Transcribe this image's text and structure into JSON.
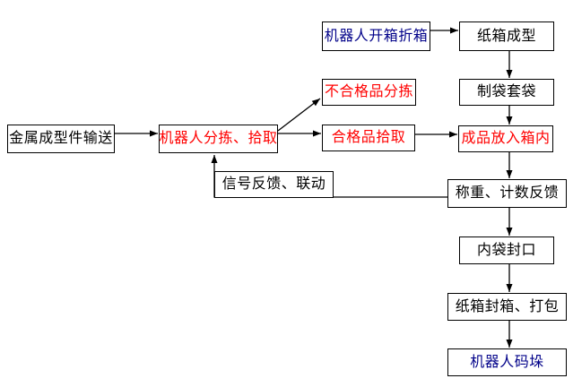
{
  "colors": {
    "background": "#ffffff",
    "box_fill": "#ffffff",
    "box_border": "#000000",
    "connector": "#000000",
    "text_black": "#000000",
    "text_red": "#ff0000",
    "text_blue": "#000089"
  },
  "nodes": {
    "metal_part_conveying": {
      "label": "金属成型件输送",
      "color": "#000000"
    },
    "robot_sorting_picking": {
      "label": "机器人分拣、拾取",
      "color": "#ff0000"
    },
    "robot_carton_opening": {
      "label": "机器人开箱折箱",
      "color": "#000089"
    },
    "carton_forming": {
      "label": "纸箱成型",
      "color": "#000000"
    },
    "defective_sorting": {
      "label": "不合格品分拣",
      "color": "#ff0000"
    },
    "bag_making_bagging": {
      "label": "制袋套袋",
      "color": "#000000"
    },
    "qualified_picking": {
      "label": "合格品拾取",
      "color": "#ff0000"
    },
    "product_into_box": {
      "label": "成品放入箱内",
      "color": "#ff0000"
    },
    "signal_feedback_linkage": {
      "label": "信号反馈、联动",
      "color": "#000000"
    },
    "weighing_count_feedback": {
      "label": "称重、计数反馈",
      "color": "#000000"
    },
    "inner_bag_sealing": {
      "label": "内袋封口",
      "color": "#000000"
    },
    "carton_sealing_packing": {
      "label": "纸箱封箱、打包",
      "color": "#000000"
    },
    "robot_palletizing": {
      "label": "机器人码垛",
      "color": "#000089"
    }
  },
  "edges": [
    {
      "from": "metal_part_conveying",
      "to": "robot_sorting_picking"
    },
    {
      "from": "robot_sorting_picking",
      "to": "defective_sorting"
    },
    {
      "from": "robot_sorting_picking",
      "to": "qualified_picking"
    },
    {
      "from": "qualified_picking",
      "to": "product_into_box"
    },
    {
      "from": "robot_carton_opening",
      "to": "carton_forming"
    },
    {
      "from": "carton_forming",
      "to": "bag_making_bagging"
    },
    {
      "from": "bag_making_bagging",
      "to": "product_into_box"
    },
    {
      "from": "product_into_box",
      "to": "weighing_count_feedback"
    },
    {
      "from": "weighing_count_feedback",
      "to": "robot_sorting_picking",
      "via": "signal_feedback_linkage"
    },
    {
      "from": "weighing_count_feedback",
      "to": "inner_bag_sealing"
    },
    {
      "from": "inner_bag_sealing",
      "to": "carton_sealing_packing"
    },
    {
      "from": "carton_sealing_packing",
      "to": "robot_palletizing"
    }
  ]
}
